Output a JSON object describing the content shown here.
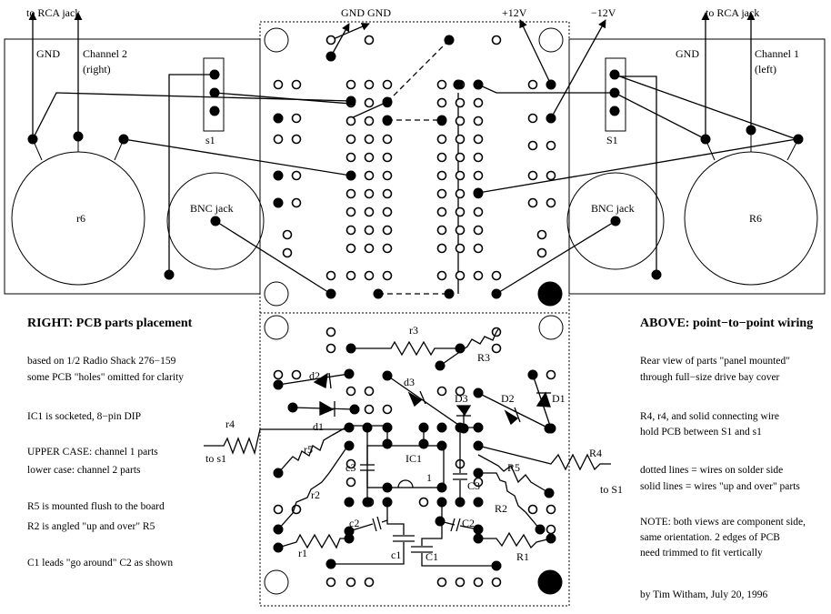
{
  "top_labels": {
    "to_rca_left": "to RCA jack",
    "gnd_gnd": "GND GND",
    "plus12": "+12V",
    "minus12": "−12V",
    "to_rca_right": "to RCA jack"
  },
  "left_panel": {
    "gnd": "GND",
    "channel": "Channel 2",
    "side": "(right)",
    "switch": "s1",
    "pot": "r6",
    "bnc": "BNC jack"
  },
  "right_panel": {
    "gnd": "GND",
    "channel": "Channel 1",
    "side": "(left)",
    "switch": "S1",
    "pot": "R6",
    "bnc": "BNC jack"
  },
  "parts": {
    "r3": "r3",
    "R3": "R3",
    "d2": "d2",
    "d3": "d3",
    "D3": "D3",
    "D2": "D2",
    "D1": "D1",
    "d1": "d1",
    "r4": "r4",
    "to_s1": "to s1",
    "r5": "r5",
    "IC1": "IC1",
    "pin1": "1",
    "R4": "R4",
    "to_S1": "to S1",
    "c3": "c3",
    "C3": "C3",
    "R5": "R5",
    "r2": "r2",
    "R2": "R2",
    "c2": "c2",
    "C2": "C2",
    "c1": "c1",
    "C1": "C1",
    "r1": "r1",
    "R1": "R1"
  },
  "left_notes": {
    "heading": "RIGHT: PCB parts placement",
    "lines": [
      "based on 1/2 Radio Shack 276−159",
      "some PCB \"holes\" omitted for clarity",
      "IC1 is socketed, 8−pin DIP",
      "UPPER CASE: channel 1 parts",
      "lower case: channel 2 parts",
      "R5 is mounted flush to the board",
      "R2 is angled \"up and over\" R5",
      "C1 leads \"go around\" C2 as shown"
    ]
  },
  "right_notes": {
    "heading": "ABOVE: point−to−point wiring",
    "lines": [
      "Rear view of parts \"panel mounted\"",
      "through full−size drive bay cover",
      "R4, r4, and solid connecting wire",
      "hold PCB between S1 and s1",
      "dotted lines = wires on solder side",
      "solid lines = wires \"up and over\" parts",
      "NOTE: both views are component side,",
      "same orientation.  2 edges of PCB",
      "need trimmed to fit vertically",
      "by Tim Witham, July 20, 1996"
    ]
  },
  "colors": {
    "ink": "#000000",
    "paper": "#ffffff"
  }
}
